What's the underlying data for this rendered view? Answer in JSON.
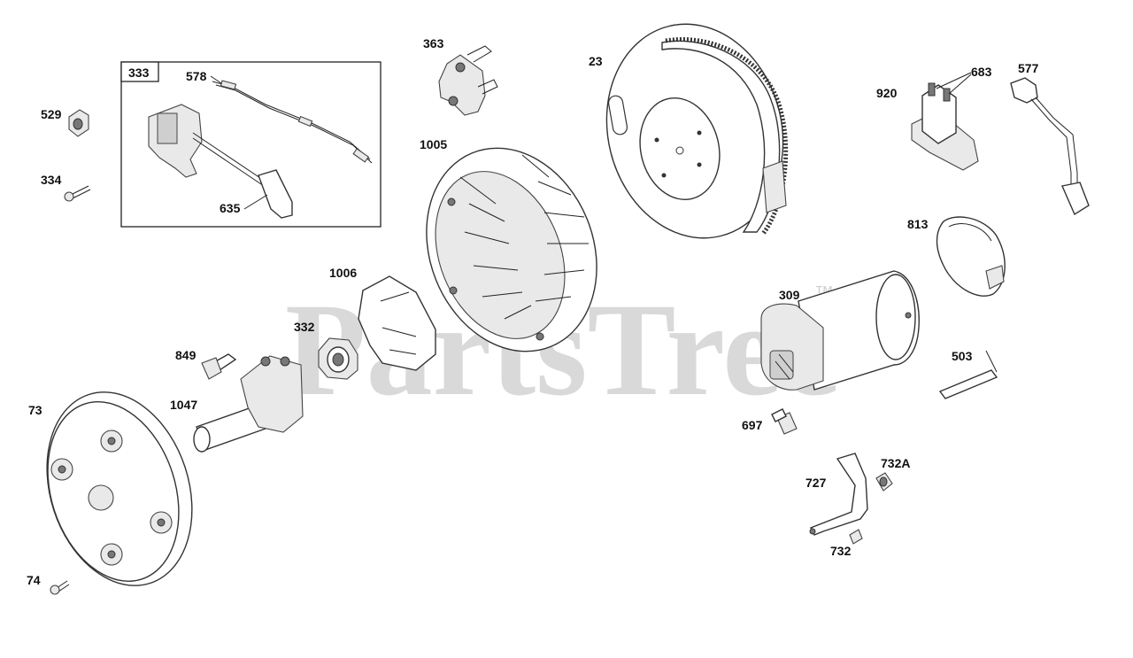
{
  "watermark": {
    "text": "PartsTree",
    "trademark": "™"
  },
  "callouts": {
    "p333": "333",
    "p578": "578",
    "p529": "529",
    "p334": "334",
    "p635": "635",
    "p363": "363",
    "p1005": "1005",
    "p23": "23",
    "p920": "920",
    "p683": "683",
    "p577": "577",
    "p813": "813",
    "p1006": "1006",
    "p332": "332",
    "p849": "849",
    "p1047": "1047",
    "p73": "73",
    "p74": "74",
    "p309": "309",
    "p503": "503",
    "p697": "697",
    "p727": "727",
    "p732A": "732A",
    "p732": "732"
  }
}
